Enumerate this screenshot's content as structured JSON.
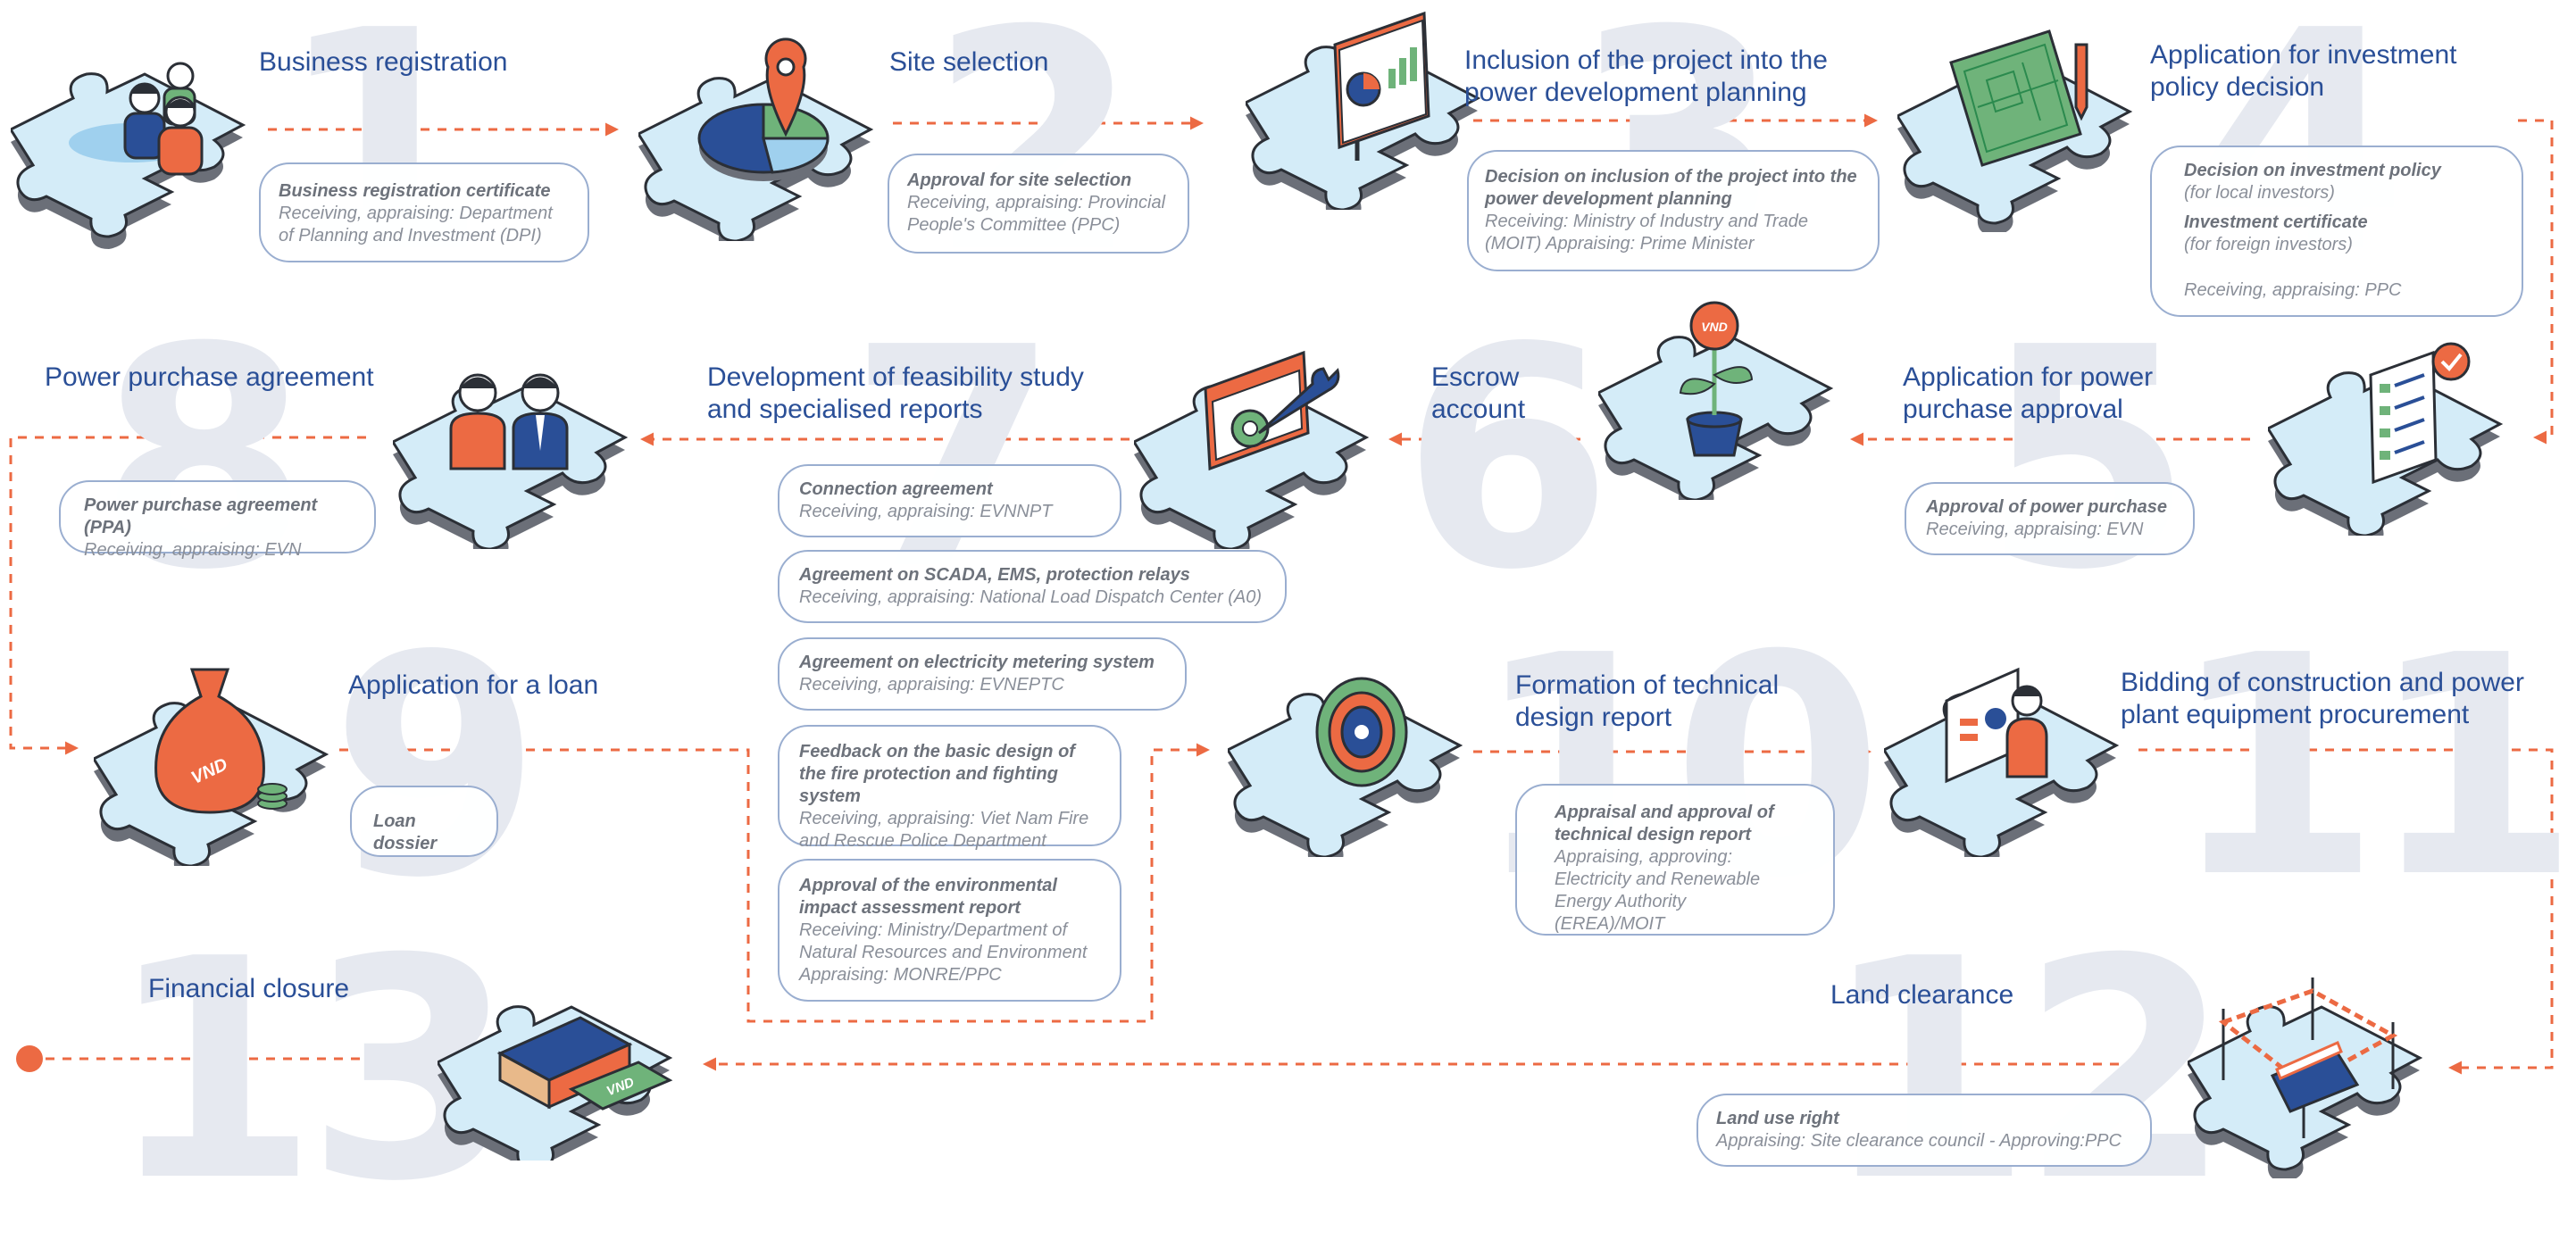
{
  "colors": {
    "title": "#2a4f97",
    "arrow": "#ec6a43",
    "number": "#e6e9f0",
    "piece": "#d4ecf8",
    "box_border": "#9aaed0"
  },
  "steps": [
    {
      "n": "1",
      "title": "Business registration",
      "box": [
        {
          "bold": "Business registration certificate",
          "text": "Receiving, appraising: Department of Planning and Investment (DPI)"
        }
      ]
    },
    {
      "n": "2",
      "title": "Site selection",
      "box": [
        {
          "bold": "Approval for site selection",
          "text": "Receiving, appraising: Provincial People's Committee (PPC)"
        }
      ]
    },
    {
      "n": "3",
      "title": "Inclusion of the project into the power development planning",
      "box": [
        {
          "bold": "Decision on inclusion of the project into the power development planning",
          "text": "Receiving: Ministry of Industry and Trade (MOIT) Appraising: Prime Minister"
        }
      ]
    },
    {
      "n": "4",
      "title": "Application for investment policy decision",
      "box": [
        {
          "bold": "Decision on investment policy",
          "text": "(for local investors)"
        },
        {
          "bold": "Investment certificate",
          "text": "(for foreign investors)"
        },
        {
          "bold": "",
          "text": "Receiving, appraising: PPC"
        }
      ]
    },
    {
      "n": "5",
      "title": "Application for power purchase approval",
      "box": [
        {
          "bold": "Approval of power purchase",
          "text": "Receiving, appraising: EVN"
        }
      ]
    },
    {
      "n": "6",
      "title": "Escrow account",
      "box": []
    },
    {
      "n": "7",
      "title": "Development of feasibility study and specialised reports",
      "box": []
    },
    {
      "n": "8",
      "title": "Power purchase agreement",
      "box": [
        {
          "bold": "Power purchase agreement (PPA)",
          "text": "Receiving, appraising: EVN"
        }
      ]
    },
    {
      "n": "9",
      "title": "Application for a loan",
      "box": [
        {
          "bold": "Loan dossier",
          "text": ""
        }
      ]
    },
    {
      "n": "10",
      "title": "Formation of technical design report",
      "box": [
        {
          "bold": "Appraisal and approval of technical design report",
          "text": "Appraising, approving: Electricity and Renewable Energy Authority (EREA)/MOIT"
        }
      ]
    },
    {
      "n": "11",
      "title": "Bidding of construction and power plant equipment procurement",
      "box": []
    },
    {
      "n": "12",
      "title": "Land clearance",
      "box": [
        {
          "bold": "Land use right",
          "text": "Appraising: Site clearance council - Approving:PPC"
        }
      ]
    },
    {
      "n": "13",
      "title": "Financial closure",
      "box": []
    }
  ],
  "step7_boxes": [
    {
      "bold": "Connection agreement",
      "text": "Receiving, appraising: EVNNPT"
    },
    {
      "bold": "Agreement on SCADA, EMS, protection relays",
      "text": "Receiving, appraising: National Load Dispatch Center (A0)"
    },
    {
      "bold": "Agreement on electricity metering system",
      "text": "Receiving, appraising: EVNEPTC"
    },
    {
      "bold": "Feedback on the basic design of the fire protection and fighting system",
      "text": "Receiving, appraising: Viet Nam Fire and Rescue Police Department"
    },
    {
      "bold": "Approval of the environmental impact assessment report",
      "text": "Receiving: Ministry/Department of Natural Resources and Environment Appraising: MONRE/PPC"
    }
  ],
  "labels": {
    "vnd_bag": "VND",
    "vnd_plant": "VND",
    "vnd_money": "VND"
  },
  "icons": [
    "people-icon",
    "map-pin-chart-icon",
    "presentation-board-icon",
    "blueprint-icon",
    "checklist-icon",
    "money-plant-icon",
    "gear-wrench-icon",
    "handshake-people-icon",
    "money-bag-icon",
    "gear-circle-icon",
    "presenter-icon",
    "construction-barrier-icon",
    "money-stack-icon"
  ]
}
